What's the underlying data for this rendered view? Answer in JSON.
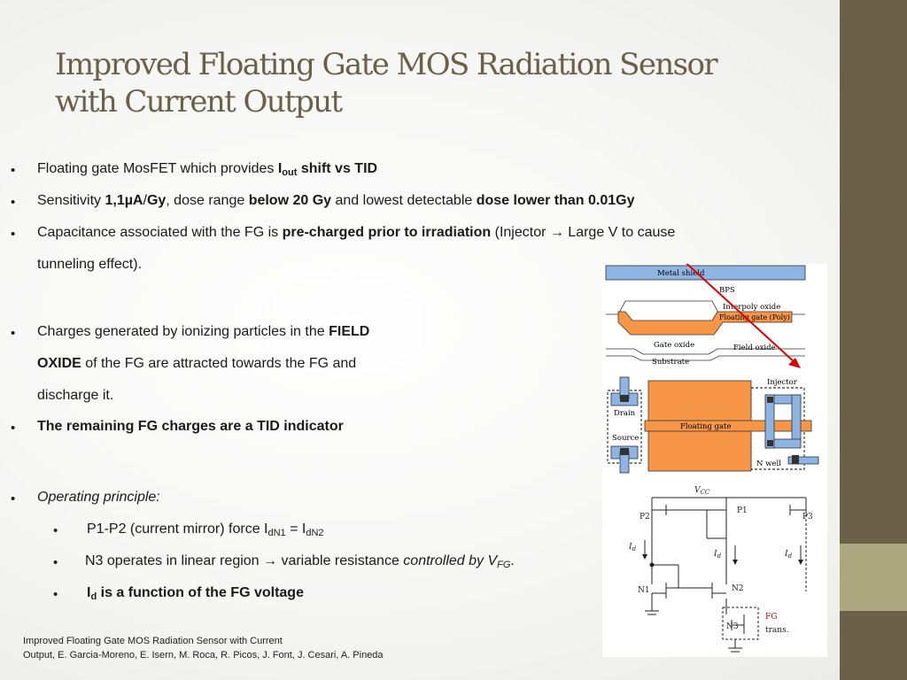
{
  "title": [
    "Improved Floating Gate MOS Radiation Sensor",
    "with Current Output"
  ],
  "bullets": {
    "b1": {
      "pre": " Floating gate MosFET which provides ",
      "bold1": "I",
      "bold_sub": "out",
      "bold2": " shift vs TID"
    },
    "b2": {
      "t1": "Sensitivity ",
      "b1": "1,1µA",
      "t2": "/",
      "b2": "Gy",
      "t3": ", dose range ",
      "b3": "below 20 Gy",
      "t4": " and lowest detectable ",
      "b4": "dose lower than 0.01Gy"
    },
    "b3": {
      "t1": "Capacitance associated with the FG is ",
      "b1": "pre-charged prior to irradiation",
      "t2": " (Injector → Large V to cause",
      "t3": "tunneling effect)."
    },
    "b4": {
      "t1": " Charges generated by ionizing particles in the ",
      "b1": "FIELD",
      "b2": "OXIDE",
      "t2": " of the FG are attracted towards the FG and",
      "t3": "discharge it."
    },
    "b5": {
      "b1": "The remaining FG charges are a TID indicator"
    },
    "b6": {
      "i1": "Operating principle:"
    },
    "sub1": {
      "t1": "P1-P2 (current mirror) force I",
      "s1": "dN1",
      "t2": " = I",
      "s2": "dN2"
    },
    "sub2": {
      "t1": "N3 operates in linear region → variable resistance ",
      "i1": "controlled by V",
      "is1": "FG",
      "t2": "."
    },
    "sub3": {
      "b1": "I",
      "bs1": "d",
      "b2": " is a function of the FG voltage"
    }
  },
  "footer": [
    "Improved Floating Gate MOS Radiation Sensor with Current",
    "Output, E. Garcia-Moreno, E. Isern, M. Roca, R. Picos, J. Font, J. Cesari, A. Pineda"
  ],
  "diagram": {
    "cross_section": {
      "metal_shield": "Metal shield",
      "bps": "BPS",
      "interpoly_oxide": "Interpoly oxide",
      "floating_gate_poly": "Floating gate (Poly)",
      "gate_oxide": "Gate oxide",
      "field_oxide": "Field oxide",
      "substrate": "Substrate"
    },
    "layout": {
      "injector": "Injector",
      "drain": "Drain",
      "source": "Source",
      "floating_gate": "Floating gate",
      "n_well": "N well"
    },
    "circuit": {
      "vcc": "V",
      "vcc_sub": "CC",
      "p1": "P1",
      "p2": "P2",
      "p3": "P3",
      "n1": "N1",
      "n2": "N2",
      "n3": "N3",
      "id": "I",
      "id_sub": "d",
      "fg": "FG",
      "trans": "trans."
    }
  },
  "colors": {
    "title": "#6b6148",
    "sidebar": "#6b6148",
    "sidebar_accent": "#ada780",
    "metal_shield": "#8eb4e3",
    "floating_gate": "#f79646",
    "arrow": "#e00000",
    "fg_label": "#c00000"
  }
}
